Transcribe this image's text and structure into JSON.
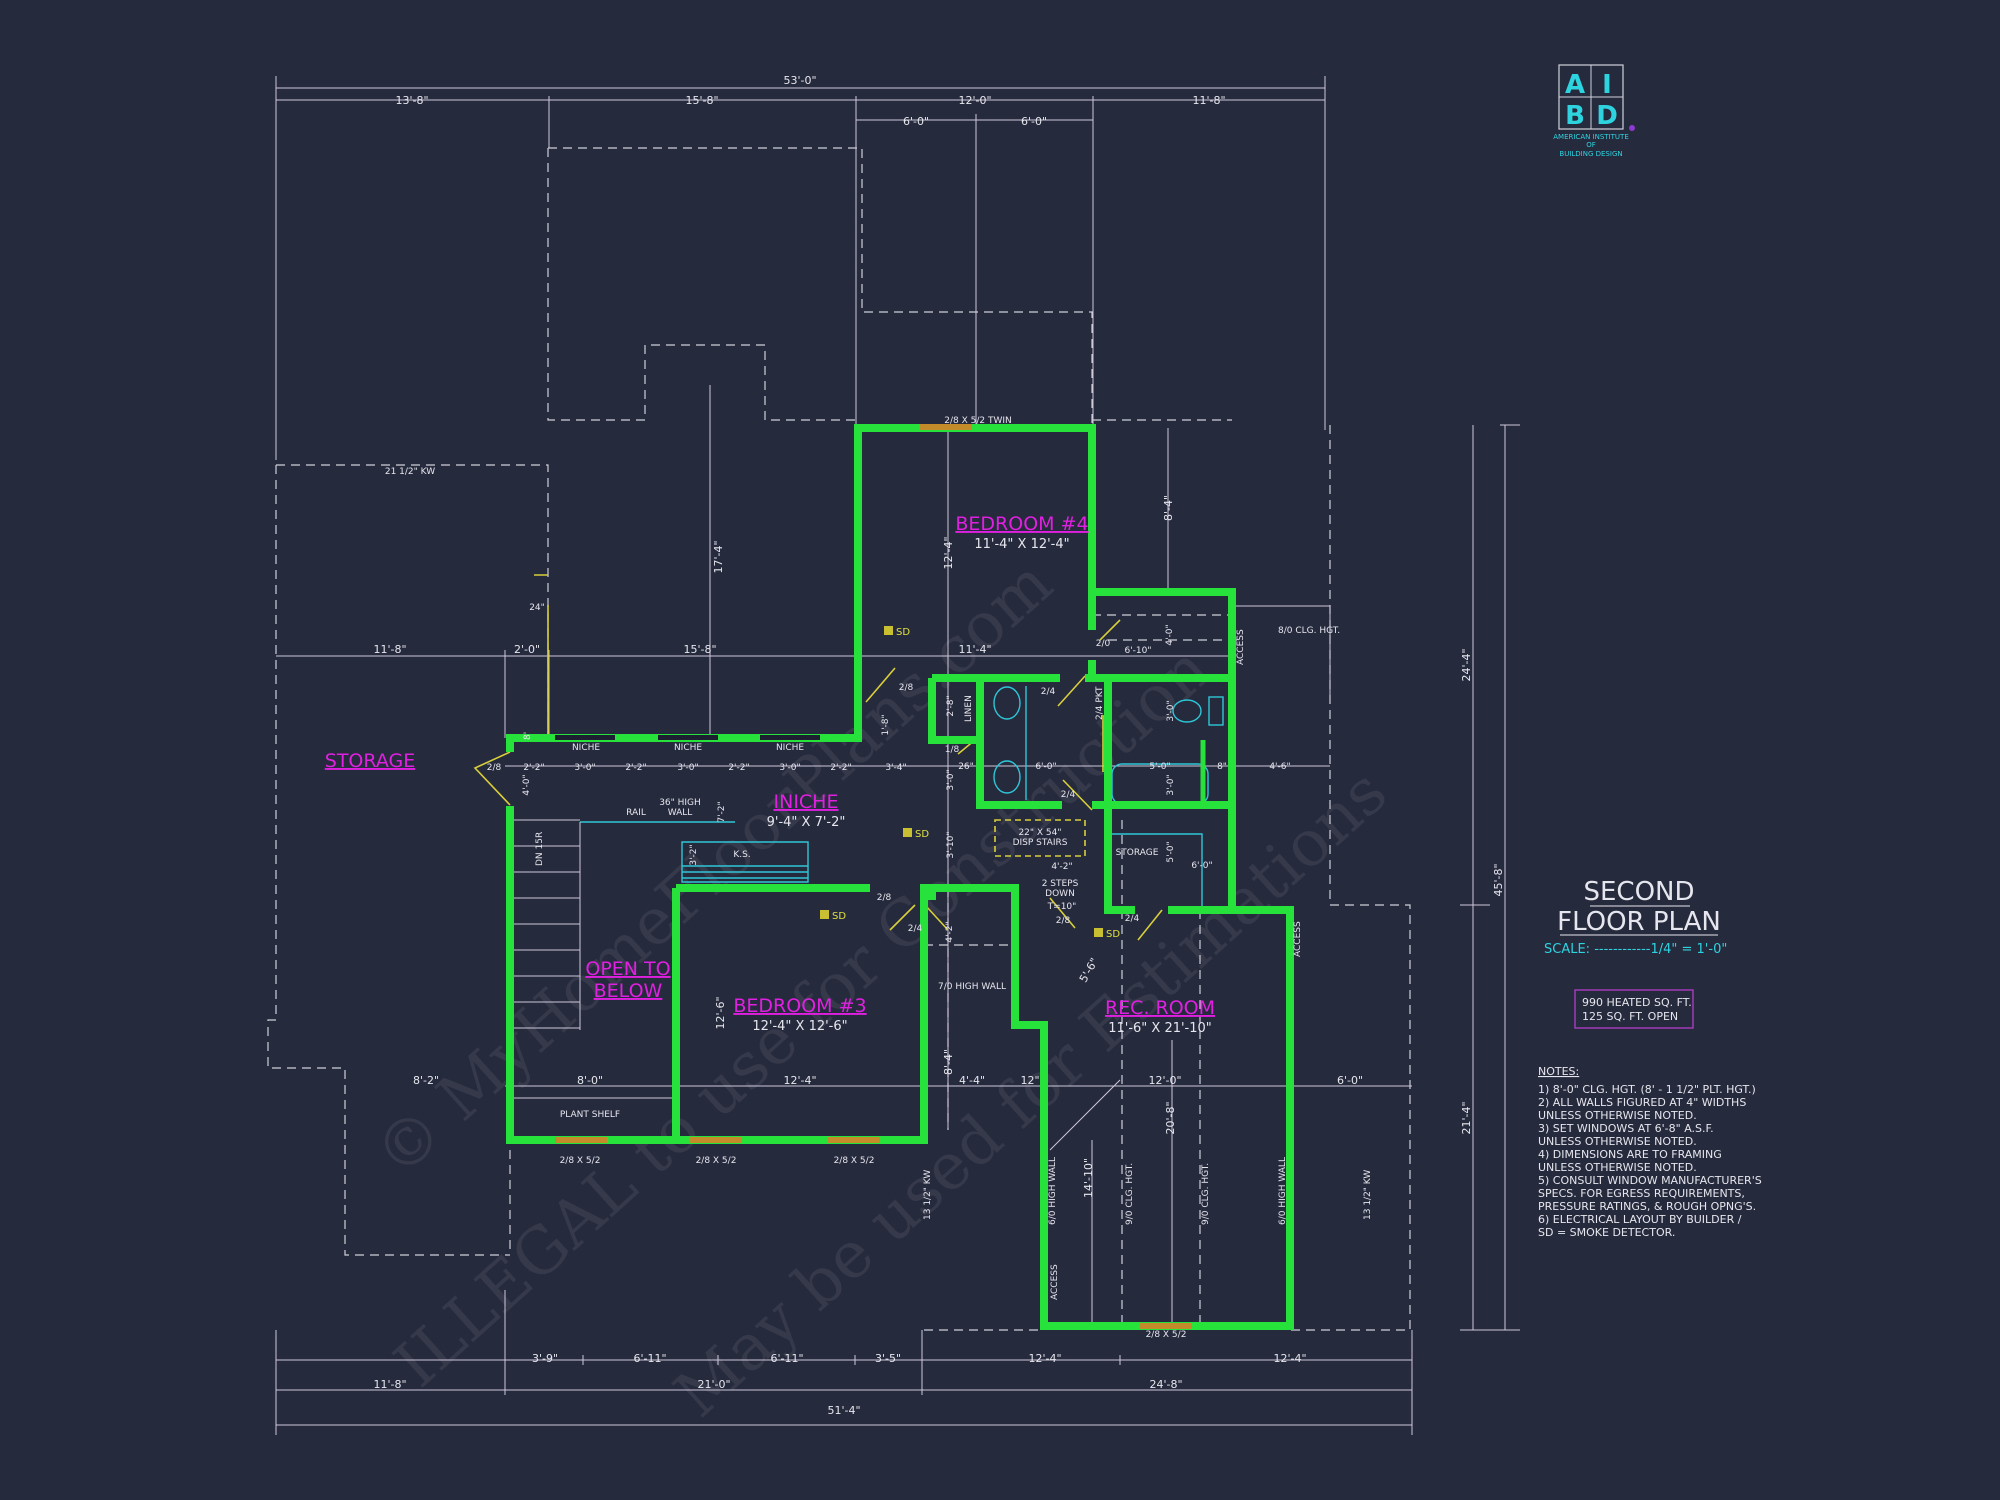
{
  "colors": {
    "background": "#262a3d",
    "walls": "#27e23a",
    "room_labels": "#e020e0",
    "fixtures": "#2ec6d6",
    "doors": "#d8cf3a",
    "logo": "#2ed3e0"
  },
  "logo": {
    "letters": [
      "A",
      "I",
      "B",
      "D"
    ],
    "line1": "AMERICAN INSTITUTE",
    "line2": "OF",
    "line3": "BUILDING DESIGN"
  },
  "title": {
    "line1": "SECOND",
    "line2": "FLOOR PLAN",
    "scale": "SCALE: ------------1/4\" = 1'-0\""
  },
  "area": {
    "heated": "990 HEATED SQ. FT.",
    "open": "125 SQ. FT. OPEN"
  },
  "notes": {
    "heading": "NOTES:",
    "lines": [
      "1) 8'-0\"  CLG. HGT. (8' - 1 1/2\" PLT. HGT.)",
      "2) ALL  WALLS FIGURED AT 4\" WIDTHS",
      "    UNLESS OTHERWISE NOTED.",
      "3) SET WINDOWS AT 6'-8\" A.S.F.",
      "    UNLESS OTHERWISE NOTED.",
      "4) DIMENSIONS ARE TO FRAMING",
      "    UNLESS OTHERWISE NOTED.",
      "5) CONSULT WINDOW MANUFACTURER'S",
      "    SPECS. FOR EGRESS REQUIREMENTS,",
      "    PRESSURE RATINGS, & ROUGH OPNG'S.",
      "6) ELECTRICAL LAYOUT BY BUILDER /",
      "    SD = SMOKE DETECTOR."
    ]
  },
  "rooms": {
    "storage": "STORAGE",
    "bedroom4": {
      "name": "BEDROOM #4",
      "size": "11'-4\" X 12'-4\""
    },
    "niche": {
      "name": "INICHE",
      "size": "9'-4\" X 7'-2\""
    },
    "open_below": {
      "line1": "OPEN TO",
      "line2": "BELOW"
    },
    "bedroom3": {
      "name": "BEDROOM #3",
      "size": "12'-4\" X 12'-6\""
    },
    "rec_room": {
      "name": "REC. ROOM",
      "size": "11'-6\" X 21'-10\""
    }
  },
  "dims": {
    "overall_top": "53'-0\"",
    "top": [
      "13'-8\"",
      "15'-8\"",
      "12'-0\"",
      "11'-8\""
    ],
    "top_sub": [
      "6'-0\"",
      "6'-0\""
    ],
    "mid": [
      "11'-8\"",
      "2'-0\"",
      "15'-8\"",
      "11'-4\""
    ],
    "niche_row": [
      "2/8",
      "2'-2\"",
      "3'-0\"",
      "2'-2\"",
      "3'-0\"",
      "2'-2\"",
      "3'-0\"",
      "2'-2\"",
      "3'-4\""
    ],
    "lower_row": [
      "8'-2\"",
      "8'-0\"",
      "12'-4\"",
      "4'-4\"",
      "12\"",
      "12'-0\"",
      "6'-0\""
    ],
    "bottom1": [
      "3'-9\"",
      "6'-11\"",
      "6'-11\"",
      "3'-5\"",
      "12'-4\"",
      "12'-4\""
    ],
    "bottom2": [
      "11'-8\"",
      "21'-0\"",
      "24'-8\""
    ],
    "overall_bottom": "51'-4\"",
    "right": [
      "24'-4\"",
      "45'-8\"",
      "21'-4\""
    ],
    "vertical": [
      "17'-4\"",
      "12'-4\"",
      "8'-4\"",
      "12'-6\"",
      "14'-10\"",
      "20'-8\"",
      "5'-6\"",
      "8'-4\"",
      "4'-2\"",
      "7'-2\"",
      "3'-2\"",
      "4'-0\"",
      "1'-8\"",
      "3'-0\"",
      "3'-10\"",
      "4'-0\"",
      "3'-0\"",
      "3'-0\"",
      "5'-0\"",
      "2'-8\""
    ]
  },
  "labels": {
    "window_twin": "2/8 X 5/2 TWIN",
    "kw_21": "21 1/2\" KW",
    "kw_13a": "13 1/2\" KW",
    "kw_13b": "13 1/2\" KW",
    "d24": "24\"",
    "sd": "SD",
    "clg_8": "8/0 CLG. HGT.",
    "access": "ACCESS",
    "d610": "6'-10\"",
    "door_20": "2/0",
    "door_24a": "2/4",
    "door_24b": "2/4",
    "door_24c": "2/4",
    "door_24d": "2/4",
    "pkt": "2/4 PKT",
    "linen": "LINEN",
    "door_18": "1/8",
    "d26": "26\"",
    "d60": "6'-0\"",
    "d50": "5'-0\"",
    "d8": "8\"",
    "d46": "4'-6\"",
    "disp1": "22\" X 54\"",
    "disp2": "DISP STAIRS",
    "d42": "4'-2\"",
    "steps1": "2 STEPS",
    "steps2": "DOWN",
    "t10": "T=10\"",
    "door_28a": "2/8",
    "door_28b": "2/8",
    "door_28c": "2/8",
    "storage2": "STORAGE",
    "d60b": "6'-0\"",
    "high_wall_7": "7/0 HIGH WALL",
    "rail": "RAIL",
    "high36a": "36\" HIGH",
    "high36b": "WALL",
    "ks": "K.S.",
    "dn": "DN 15R",
    "niche": "NICHE",
    "plant_shelf": "PLANT SHELF",
    "win": "2/8 X 5/2",
    "high_wall_6": "6/0 HIGH WALL",
    "clg_9": "9/0 CLG. HGT.",
    "d8top": "8'"
  },
  "watermark": [
    "© MyHomeFloorPlans.com",
    "ILLEGAL to use for Construction",
    "May be used for Estimations"
  ]
}
